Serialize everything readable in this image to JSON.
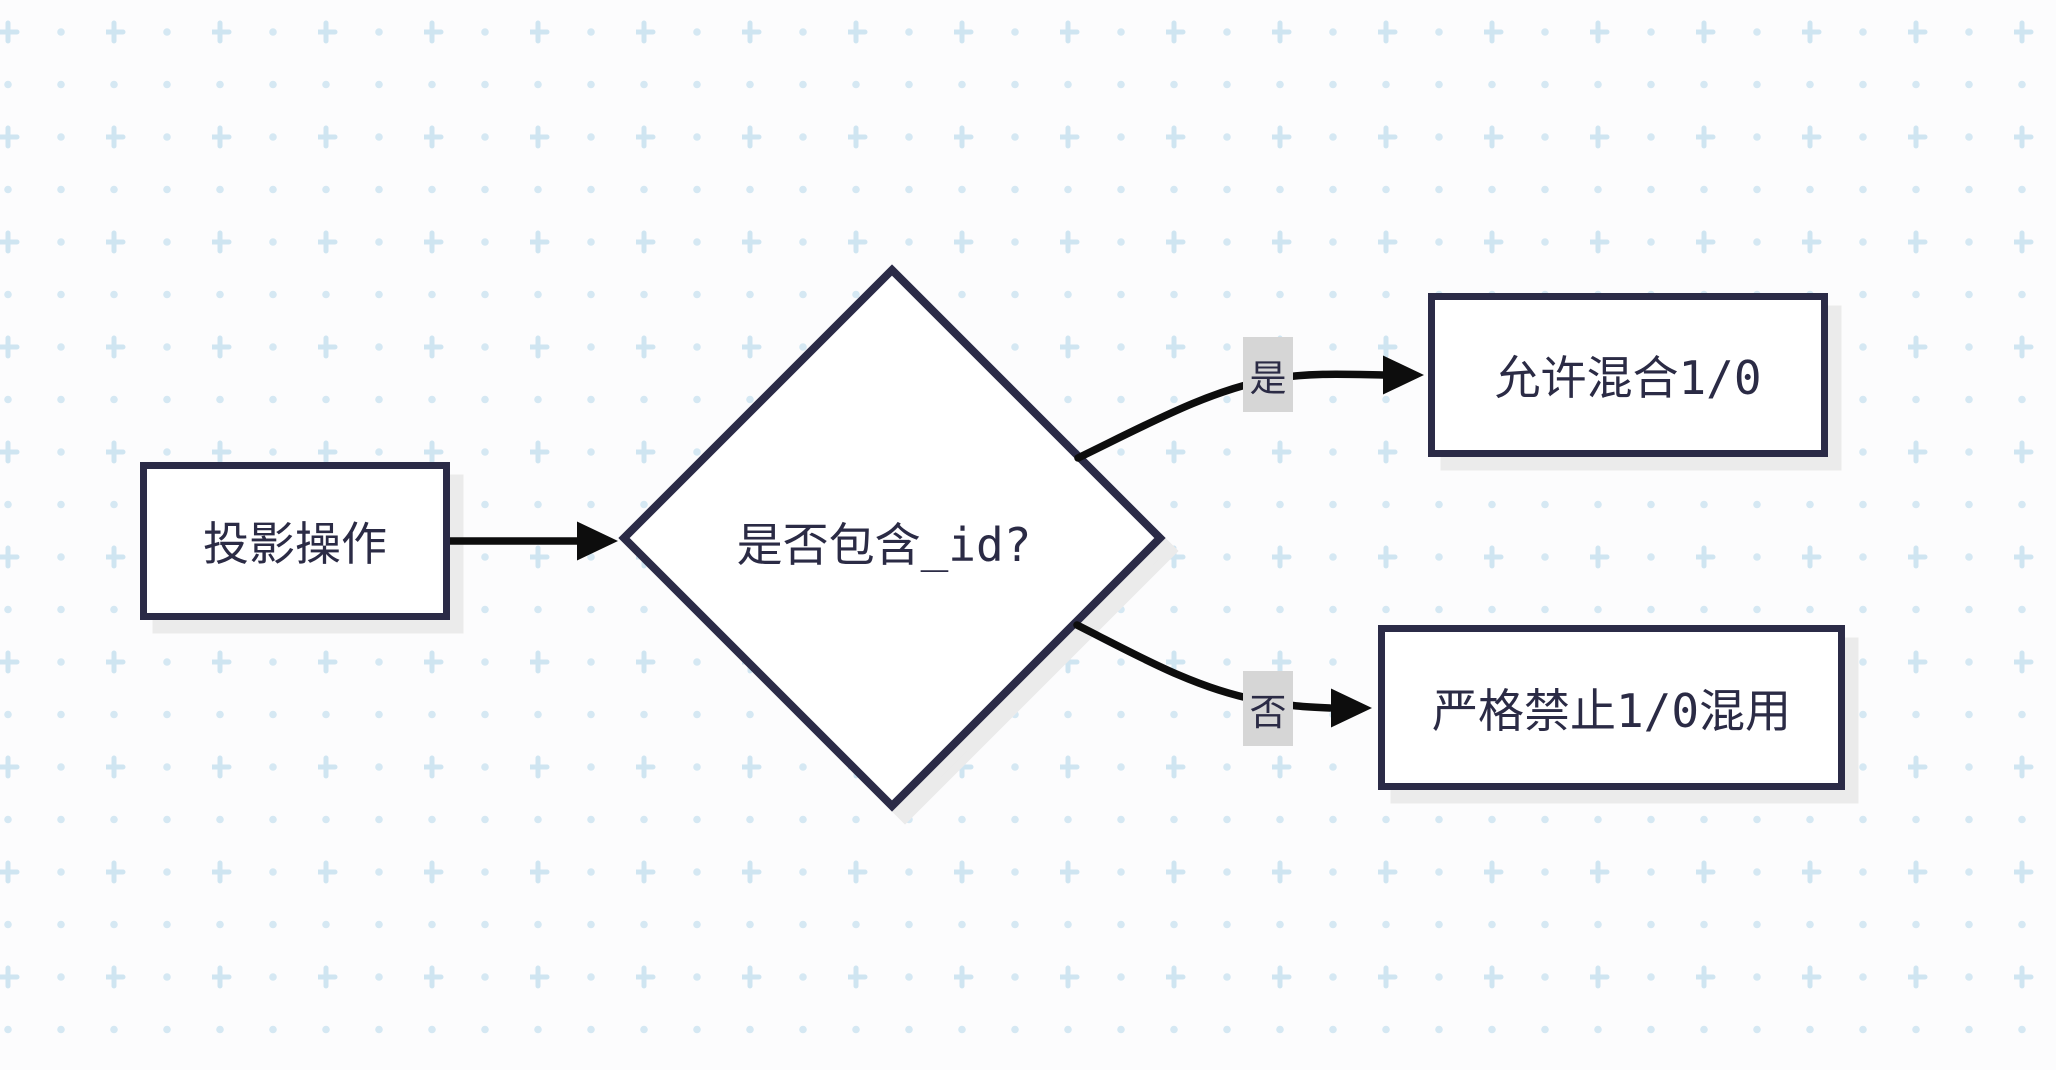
{
  "diagram": {
    "type": "flowchart",
    "nodes": {
      "start": {
        "label": "投影操作",
        "shape": "rectangle"
      },
      "decision": {
        "label": "是否包含_id?",
        "shape": "diamond"
      },
      "yes_result": {
        "label": "允许混合1/0",
        "shape": "rectangle"
      },
      "no_result": {
        "label": "严格禁止1/0混用",
        "shape": "rectangle"
      }
    },
    "edges": {
      "yes": {
        "label": "是"
      },
      "no": {
        "label": "否"
      }
    }
  },
  "colors": {
    "canvas_bg": "#fcfcfd",
    "pattern_cross": "#cfe5f1",
    "pattern_dot": "#d5e8f3",
    "shape_stroke": "#2b2b47",
    "shape_fill": "#ffffff",
    "text": "#2b2b45",
    "arrow": "#0d0d0d",
    "shadow": "#ebebeb",
    "edge_label_bg": "#d6d6d6"
  }
}
